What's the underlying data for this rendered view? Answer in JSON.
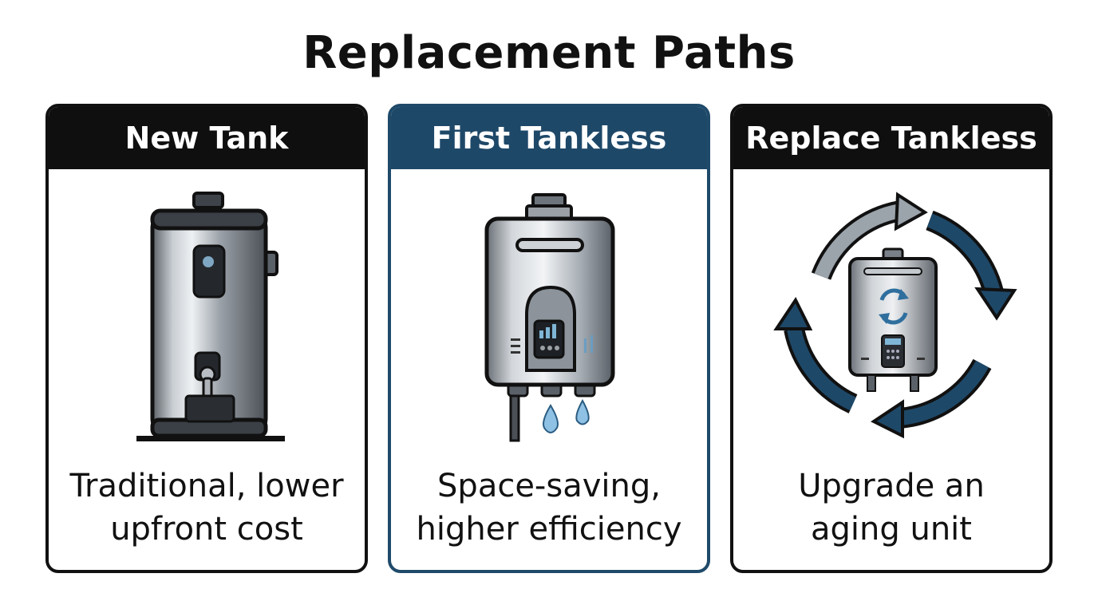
{
  "title": "Replacement Paths",
  "accent_color": "#1e4868",
  "cards": [
    {
      "heading": "New Tank",
      "icon": "tank-water-heater-icon",
      "description_lines": [
        "Traditional, lower",
        "upfront cost"
      ]
    },
    {
      "heading": "First Tankless",
      "icon": "tankless-water-heater-icon",
      "description_lines": [
        "Space-saving,",
        "higher efficiency"
      ],
      "highlighted": true
    },
    {
      "heading": "Replace Tankless",
      "icon": "replace-cycle-icon",
      "description_lines": [
        "Upgrade an",
        "aging unit"
      ]
    }
  ]
}
